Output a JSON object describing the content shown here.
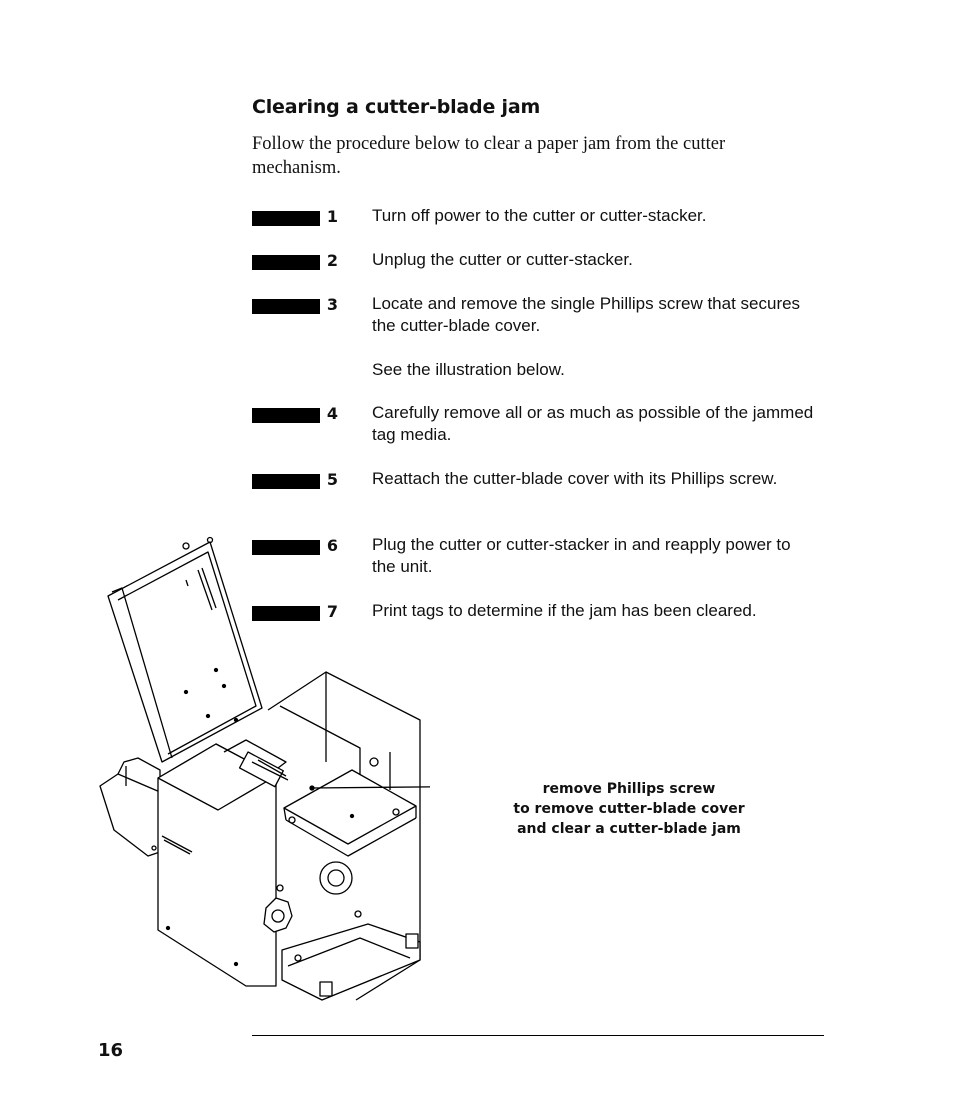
{
  "section": {
    "title": "Clearing a cutter-blade jam",
    "intro": "Follow the procedure below to clear a paper jam from the cutter mechanism."
  },
  "steps": [
    {
      "number": "1",
      "text": "Turn off power to the cutter or cutter-stacker.",
      "note": ""
    },
    {
      "number": "2",
      "text": "Unplug the cutter or cutter-stacker.",
      "note": ""
    },
    {
      "number": "3",
      "text": "Locate and remove the single Phillips screw that secures the cutter-blade cover.",
      "note": "See the illustration below."
    },
    {
      "number": "4",
      "text": "Carefully remove all or as much as possible of the jammed tag media.",
      "note": ""
    },
    {
      "number": "5",
      "text": "Reattach the cutter-blade cover with its Phillips screw.",
      "note": ""
    },
    {
      "number": "6",
      "text": "Plug the cutter or cutter-stacker in and reapply power to the unit.",
      "note": ""
    },
    {
      "number": "7",
      "text": "Print tags to determine if the jam has been cleared.",
      "note": ""
    }
  ],
  "illustration": {
    "callout_lines": [
      "remove Phillips screw",
      "to remove cutter-blade cover",
      "and clear a cutter-blade jam"
    ]
  },
  "footer": {
    "page_number": "16"
  }
}
